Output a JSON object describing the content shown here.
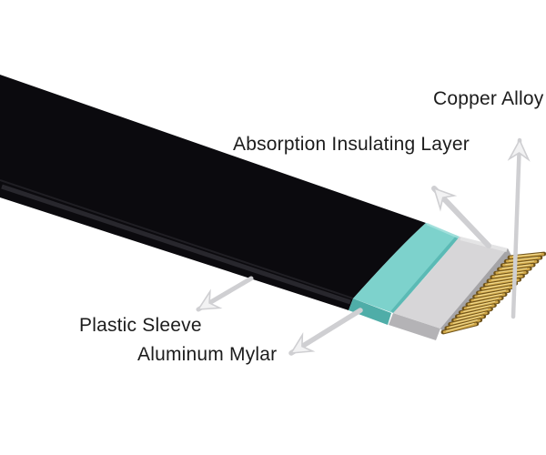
{
  "diagram": {
    "type": "cable-layer-structure",
    "labels": {
      "copper_alloy": "Copper Alloy",
      "absorption_insulating_layer": "Absorption Insulating Layer",
      "plastic_sleeve": "Plastic Sleeve",
      "aluminum_mylar": "Aluminum Mylar"
    },
    "pins": {
      "count": 20
    }
  },
  "colors": {
    "background": "#ffffff",
    "text": "#1c1c1c",
    "sleeve-black": "#0b0a0e",
    "sleeve-crease": "#242329",
    "sleeve-highlight": "#45444c",
    "insulator-teal": "#7dd2cc",
    "insulator-teal-dark": "#58b7b2",
    "insulator-teal-light": "#a9e2de",
    "insulator-teal-side": "#4fada8",
    "mylar-gray": "#d7d6d8",
    "mylar-gray-light": "#e6e5e7",
    "mylar-gray-side": "#b4b3b6",
    "mylar-gray-edge": "#a5a4a7",
    "pin-gold": "#d2a94a",
    "pin-gold-dark": "#6e531c",
    "pin-gold-light": "#f0d98e",
    "arrow": "#cfcfd2",
    "arrow-fill": "#f2f2f3"
  }
}
